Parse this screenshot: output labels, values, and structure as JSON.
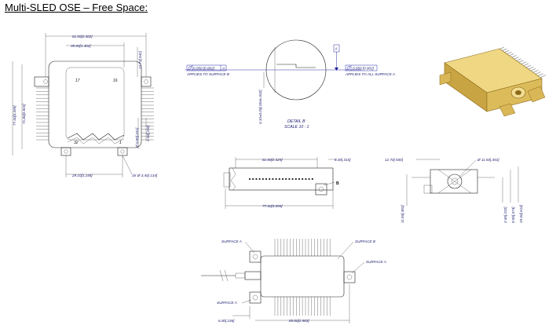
{
  "page": {
    "title": "Multi-SLED OSE – Free Space:"
  },
  "top_view": {
    "dim_width": "61.00[2.402]",
    "dim_inner": "35.60[1.402]",
    "dim_tab": "12.70[.541]",
    "dim_height_a": "77.60[3.055]",
    "dim_height_b": "71.80[2.815]",
    "dim_bottom": "29.10[1.146]",
    "dim_holes": "3X Ø 3.40[.134]",
    "dim_small_a": "Ø 0.80[.031]",
    "dim_small_b": "2.54[.100]",
    "pin_17": "17",
    "pin_16": "16",
    "pin_32": "32",
    "pin_1": "1"
  },
  "detail": {
    "flatness_left": "0.050 [0.002]",
    "datum_ref": "A",
    "applies_left": "APPLIES TO SURFACE B",
    "flatness_right": "0.050 [0.002]",
    "applies_right": "APPLIES TO ALL SURFACE A",
    "datum_tag": "A",
    "dim_vertical": "0.10±0.05[.004±.002]",
    "label": "DETAIL B",
    "scale": "SCALE 10 : 1"
  },
  "side_view": {
    "dim_a": "61.60[2.425]",
    "dim_b": "8.00[.315]",
    "dim_total": "77.60[3.055]",
    "label_b": "B"
  },
  "end_view": {
    "dim_top": "12.70[.500]",
    "dim_dia": "Ø 11.50[.453]",
    "dim_left": "11.50[.453]",
    "dim_r1": "2.60[.102]",
    "dim_r2": "9.50[.374]",
    "dim_r3": "15.60[.614]"
  },
  "bottom_view": {
    "surface_a_top": "SURFACE A",
    "surface_b": "SURFACE B",
    "surface_a_right": "SURFACE A",
    "surface_a_bottom": "SURFACE A",
    "dim_left": "6.00[.236]",
    "dim_span": "65.60[2.583]"
  },
  "colors": {
    "dimension_text": "#1a1a6e",
    "housing_gold": "#e8c96a",
    "housing_shadow": "#b8952e",
    "pins": "#c8c8c8"
  }
}
